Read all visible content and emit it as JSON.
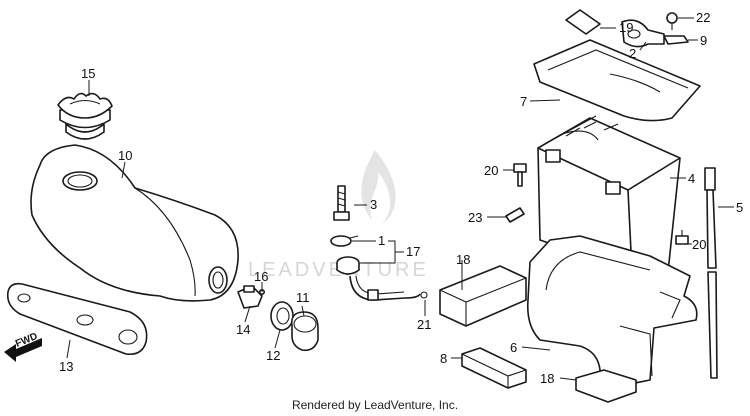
{
  "watermark": "LEADVENTURE",
  "footer": "Rendered by LeadVenture, Inc.",
  "fwd_label": "FWD",
  "callouts": [
    {
      "id": "c15",
      "text": "15"
    },
    {
      "id": "c10",
      "text": "10"
    },
    {
      "id": "c13",
      "text": "13"
    },
    {
      "id": "c16",
      "text": "16"
    },
    {
      "id": "c14",
      "text": "14"
    },
    {
      "id": "c11",
      "text": "11"
    },
    {
      "id": "c12",
      "text": "12"
    },
    {
      "id": "c3",
      "text": "3"
    },
    {
      "id": "c1",
      "text": "1"
    },
    {
      "id": "c17",
      "text": "17"
    },
    {
      "id": "c21",
      "text": "21"
    },
    {
      "id": "c19",
      "text": "19"
    },
    {
      "id": "c22",
      "text": "22"
    },
    {
      "id": "c2",
      "text": "2"
    },
    {
      "id": "c9",
      "text": "9"
    },
    {
      "id": "c7",
      "text": "7"
    },
    {
      "id": "c4",
      "text": "4"
    },
    {
      "id": "c20a",
      "text": "20"
    },
    {
      "id": "c20b",
      "text": "20"
    },
    {
      "id": "c5",
      "text": "5"
    },
    {
      "id": "c23",
      "text": "23"
    },
    {
      "id": "c18a",
      "text": "18"
    },
    {
      "id": "c18b",
      "text": "18"
    },
    {
      "id": "c6",
      "text": "6"
    },
    {
      "id": "c8",
      "text": "8"
    }
  ]
}
